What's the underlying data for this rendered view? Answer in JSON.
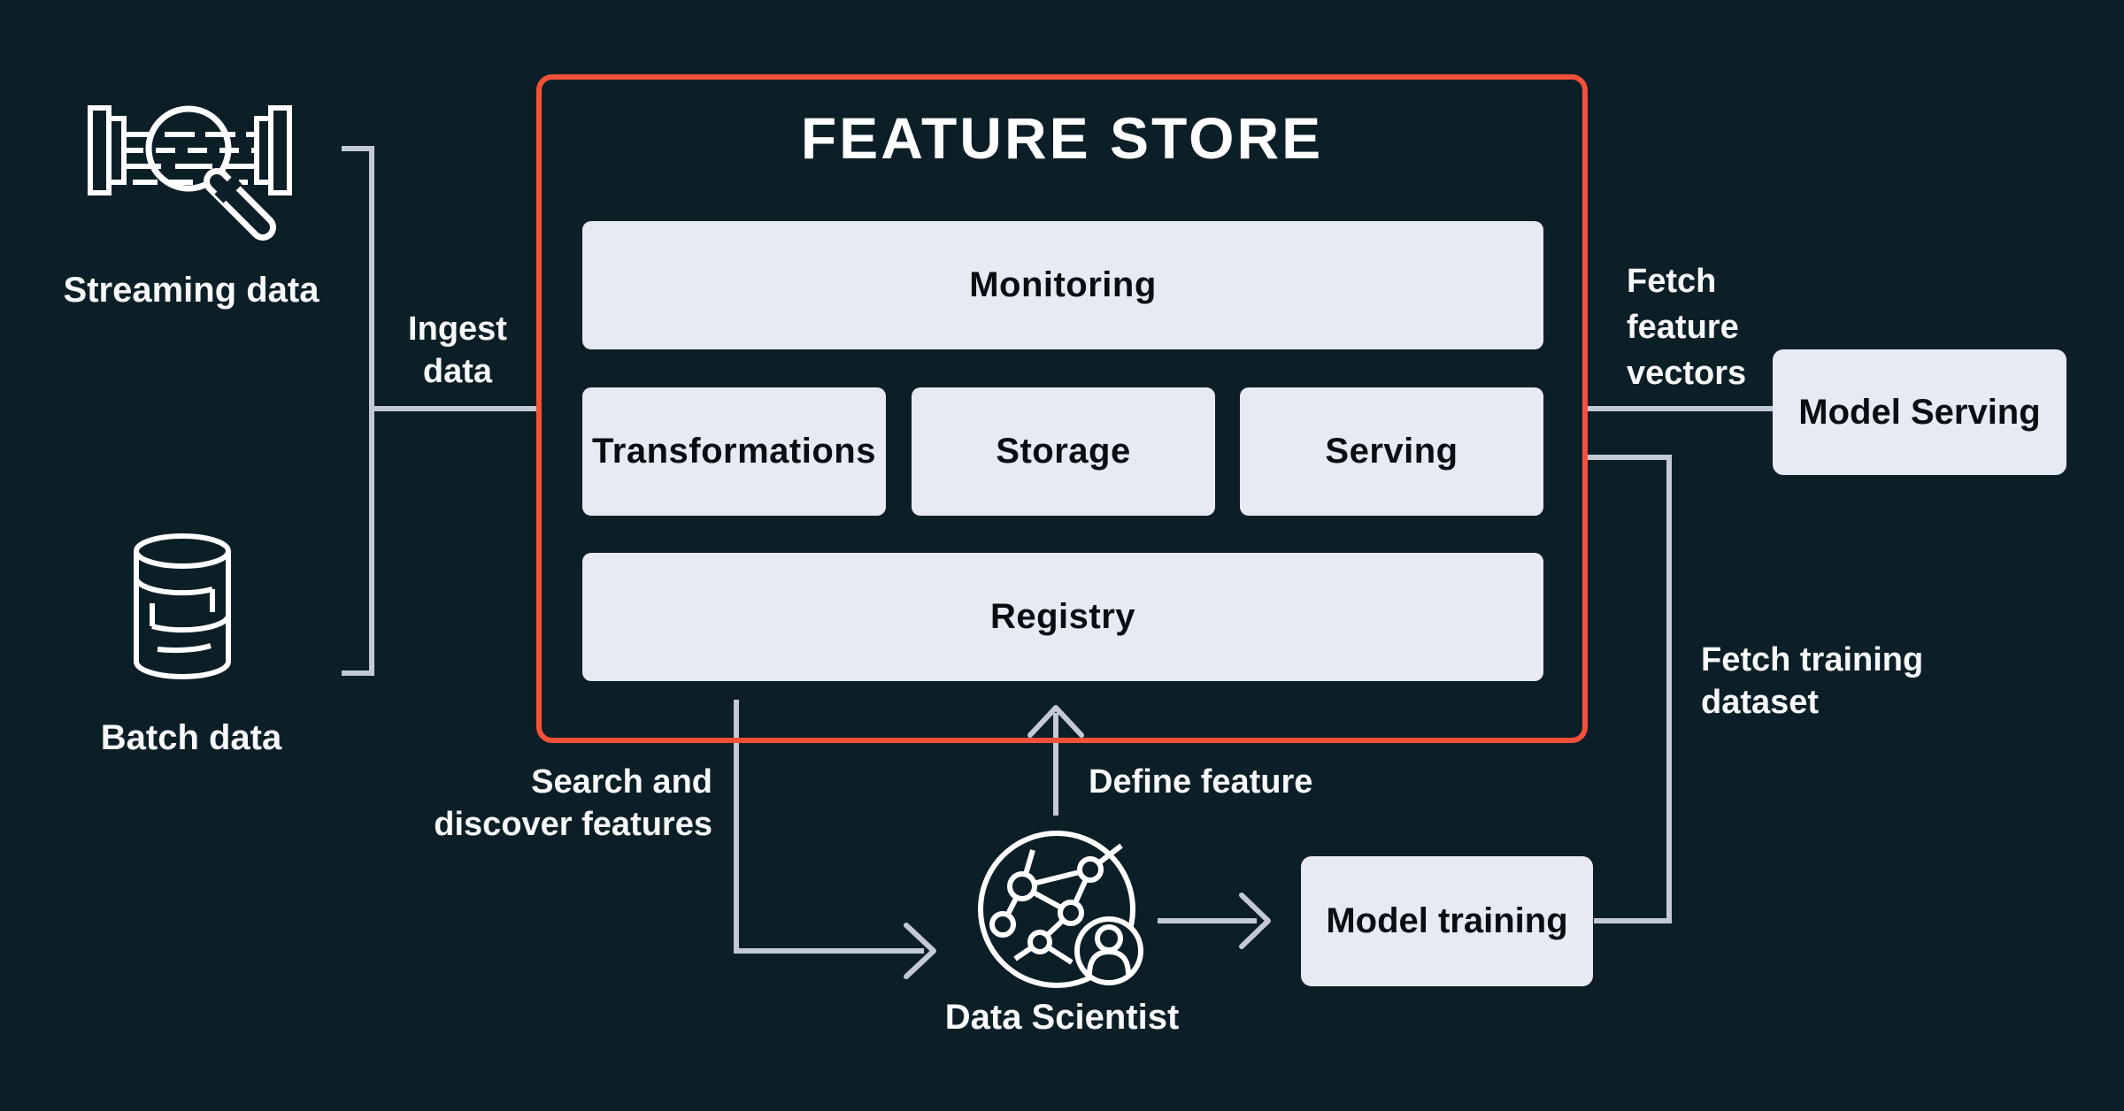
{
  "diagram": {
    "title": "FEATURE STORE",
    "type": "feature-store architecture diagram"
  },
  "colors": {
    "background": "#0d1f26",
    "accent_red": "#f4503a",
    "component_fill": "#e7eaf2",
    "connector_gray": "#c3cad4",
    "text_light": "#f6f8fa",
    "text_dark": "#0a0d12",
    "icon_white": "#ffffff"
  },
  "feature_store": {
    "title": "FEATURE STORE",
    "components": {
      "monitoring": "Monitoring",
      "transformations": "Transformations",
      "storage": "Storage",
      "serving": "Serving",
      "registry": "Registry"
    }
  },
  "sources": {
    "streaming": {
      "label": "Streaming data",
      "icon": "pipeline-magnifier-icon"
    },
    "batch": {
      "label": "Batch data",
      "icon": "database-icon"
    }
  },
  "external": {
    "model_serving": {
      "label": "Model Serving"
    },
    "model_training": {
      "label": "Model training"
    },
    "data_scientist": {
      "label": "Data Scientist",
      "icon": "network-person-icon"
    }
  },
  "annotations": {
    "ingest": {
      "lines": [
        "Ingest",
        "data"
      ]
    },
    "search": {
      "lines": [
        "Search and",
        "discover features"
      ]
    },
    "define": {
      "label": "Define feature"
    },
    "fetch_vectors": {
      "lines": [
        "Fetch",
        "feature",
        "vectors"
      ]
    },
    "fetch_training": {
      "lines": [
        "Fetch training",
        "dataset"
      ]
    }
  }
}
